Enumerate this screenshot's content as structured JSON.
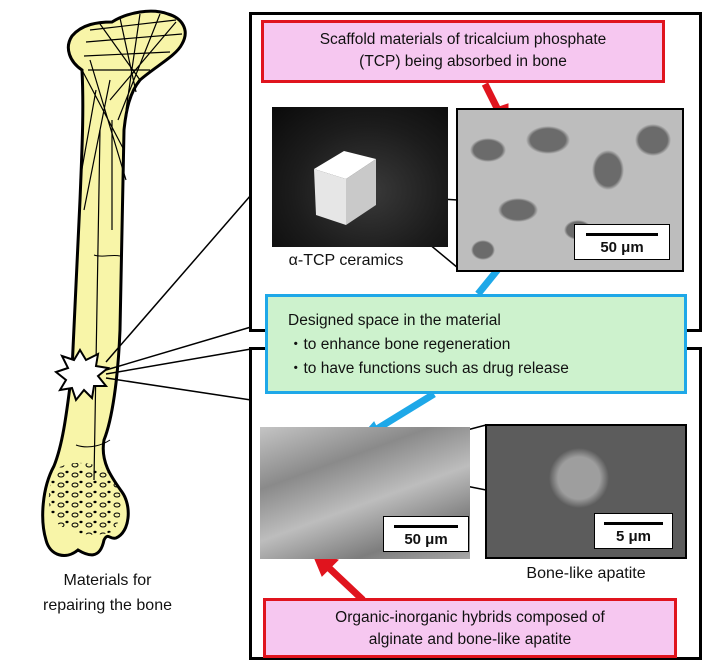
{
  "bone": {
    "caption_line1": "Materials for",
    "caption_line2": "repairing the bone"
  },
  "top_panel": {
    "callout": {
      "line1": "Scaffold materials of tricalcium phosphate",
      "line2": "(TCP) being absorbed in bone"
    },
    "photo_caption": "α-TCP ceramics",
    "scale_label": "50 μm"
  },
  "middle_callout": {
    "line1": "Designed space in the material",
    "line2": "・to enhance bone regeneration",
    "line3": "・to have functions such as drug release"
  },
  "bottom_panel": {
    "left_scale_label": "50 μm",
    "right_scale_label": "5 μm",
    "right_caption": "Bone-like apatite",
    "callout": {
      "line1": "Organic-inorganic hybrids composed of",
      "line2": "alginate and bone-like apatite"
    }
  },
  "colors": {
    "bone_fill": "#f8f5a8",
    "red_border": "#e0141e",
    "pink_fill": "#f6c7f0",
    "blue_border": "#1ea8e8",
    "green_fill": "#cdf2cd"
  }
}
